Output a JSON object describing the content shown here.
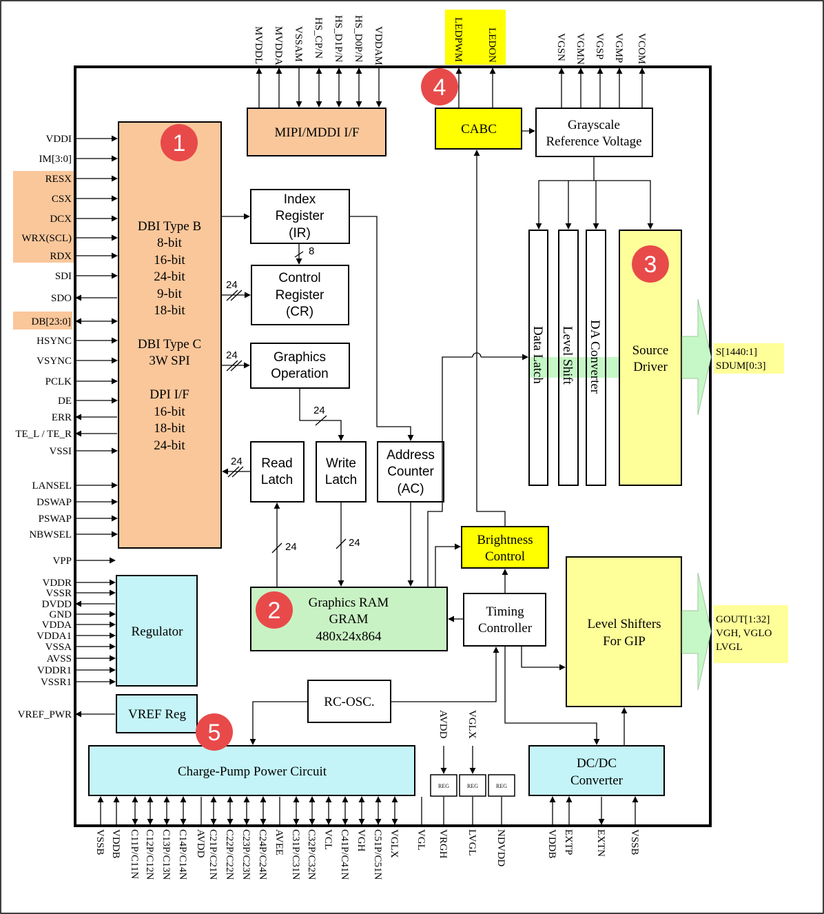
{
  "left_pins": {
    "vddi": "VDDI",
    "im": "IM[3:0]",
    "resx": "RESX",
    "csx": "CSX",
    "dcx": "DCX",
    "wrx": "WRX(SCL)",
    "rdx": "RDX",
    "sdi": "SDI",
    "sdo": "SDO",
    "db": "DB[23:0]",
    "hsync": "HSYNC",
    "vsync": "VSYNC",
    "pclk": "PCLK",
    "de": "DE",
    "err": "ERR",
    "te": "TE_L / TE_R",
    "vssi": "VSSI",
    "lansel": "LANSEL",
    "dswap": "DSWAP",
    "pswap": "PSWAP",
    "nbwsel": "NBWSEL",
    "vpp": "VPP",
    "vddr": "VDDR",
    "vssr": "VSSR",
    "dvdd": "DVDD",
    "gnd": "GND",
    "vdda": "VDDA",
    "vdda1": "VDDA1",
    "vssa": "VSSA",
    "avss": "AVSS",
    "vddr1": "VDDR1",
    "vssr1": "VSSR1",
    "vref_pwr": "VREF_PWR"
  },
  "top_pins": {
    "mipi": [
      "MVDDL",
      "MVDDA",
      "VSSAM",
      "HS_CP/N",
      "HS_D1P/N",
      "HS_D0P/N",
      "VDDAM"
    ],
    "ledpwm": "LEDPWM",
    "ledon": "LEDON",
    "gamma": [
      "VGSN",
      "VGMN",
      "VGSP",
      "VGMP",
      "VCOM"
    ]
  },
  "bottom_pins": {
    "pump": [
      "VSSB",
      "VDDB",
      "C11P/C11N",
      "C12P/C12N",
      "C13P/C13N",
      "C14P/C14N",
      "AVDD",
      "C21P/C21N",
      "C22P/C22N",
      "C23P/C23N",
      "C24P/C24N",
      "AVEE",
      "C31P/C31N",
      "C32P/C32N",
      "VCL",
      "C41P/C41N",
      "VGH",
      "C51P/C51N",
      "VGLX"
    ],
    "mid": [
      "VGL",
      "VRGH",
      "LVGL",
      "NDVDD"
    ],
    "dcdc": [
      "VDDB",
      "EXTP",
      "EXTN",
      "VSSB"
    ],
    "avdd_in": "AVDD",
    "vglx_in": "VGLX"
  },
  "right_outputs": {
    "source_lines": [
      "S[1440:1]",
      "SDUM[0:3]"
    ],
    "gip_lines": [
      "GOUT[1:32]",
      "VGH, VGLO",
      "LVGL"
    ]
  },
  "blocks": {
    "interface": {
      "lines": [
        "DBI Type B",
        "8-bit",
        "16-bit",
        "24-bit",
        "9-bit",
        "18-bit",
        "",
        "DBI Type C",
        "3W SPI",
        "",
        "DPI  I/F",
        "16-bit",
        "18-bit",
        "24-bit"
      ]
    },
    "mipi": "MIPI/MDDI I/F",
    "index_reg": [
      "Index",
      "Register",
      "(IR)"
    ],
    "control_reg": [
      "Control",
      "Register",
      "(CR)"
    ],
    "graphics_op": [
      "Graphics",
      "Operation"
    ],
    "read_latch": [
      "Read",
      "Latch"
    ],
    "write_latch": [
      "Write",
      "Latch"
    ],
    "address_counter": [
      "Address",
      "Counter",
      "(AC)"
    ],
    "gram": [
      "Graphics RAM",
      "GRAM",
      "480x24x864"
    ],
    "cabc": "CABC",
    "grayscale": [
      "Grayscale",
      "Reference Voltage"
    ],
    "data_latch": "Data Latch",
    "level_shift": "Level Shift",
    "da_converter": "DA Converter",
    "source_driver": [
      "Source",
      "Driver"
    ],
    "brightness": [
      "Brightness",
      "Control"
    ],
    "timing": [
      "Timing",
      "Controller"
    ],
    "level_shifters_gip": [
      "Level Shifters",
      "For GIP"
    ],
    "regulator": "Regulator",
    "vref_reg": "VREF Reg",
    "rc_osc": "RC-OSC.",
    "charge_pump": "Charge-Pump Power Circuit",
    "dcdc": [
      "DC/DC",
      "Converter"
    ],
    "reg_small": "REG"
  },
  "bus_widths": {
    "ir_cr": "8",
    "cr": "24",
    "go": "24",
    "go_wl": "24",
    "rl": "24",
    "gram_rl": "24",
    "gram_wl": "24"
  },
  "badges": [
    "1",
    "2",
    "3",
    "4",
    "5"
  ],
  "colors": {
    "orange": "#fac79b",
    "green": "#c9f2c4",
    "yellow": "#ffff00",
    "pale_yellow": "#ffff99",
    "cyan": "#c4f4f7",
    "badge_red": "#e84a4a",
    "pin_highlight": "#fac79b",
    "arrow_green": "#c6f7c6"
  }
}
